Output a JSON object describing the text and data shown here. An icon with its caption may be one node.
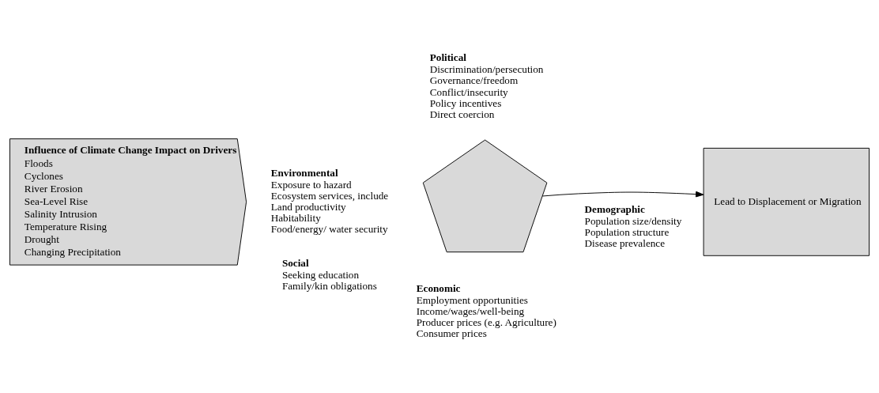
{
  "diagram": {
    "nodes": [
      {
        "text": [
          "Influence of Climate Change Impact on Drivers",
          "Floods",
          "Cyclones",
          "River Erosion",
          "Sea-Level Rise",
          "Salinity Intrusion",
          "Temperature Rising",
          "Drought",
          "Changing Precipitation"
        ]
      },
      {
        "text": [],
        "shape": "pentagon"
      },
      {
        "text": [
          "Lead to Displacement or Migration"
        ]
      }
    ],
    "edges": [
      {
        "from": 1,
        "to": 2,
        "arrow": "to"
      }
    ],
    "labels": [
      "Environmental",
      "Exposure to hazard",
      "Ecosystem services, include",
      "Land productivity",
      "Habitability",
      "Food/energy/ water security",
      "Political",
      "Discrimination/persecution",
      "Governance/freedom",
      "Conflict/insecurity",
      "Policy incentives",
      "Direct coercion",
      "Demographic",
      "Population size/density",
      "Population structure",
      "Disease prevalence",
      "Social",
      "Seeking education",
      "Family/kin obligations",
      "Economic",
      "Employment opportunities",
      "Income/wages/well-being",
      "Producer prices (e.g. Agriculture)",
      "Consumer prices"
    ]
  }
}
